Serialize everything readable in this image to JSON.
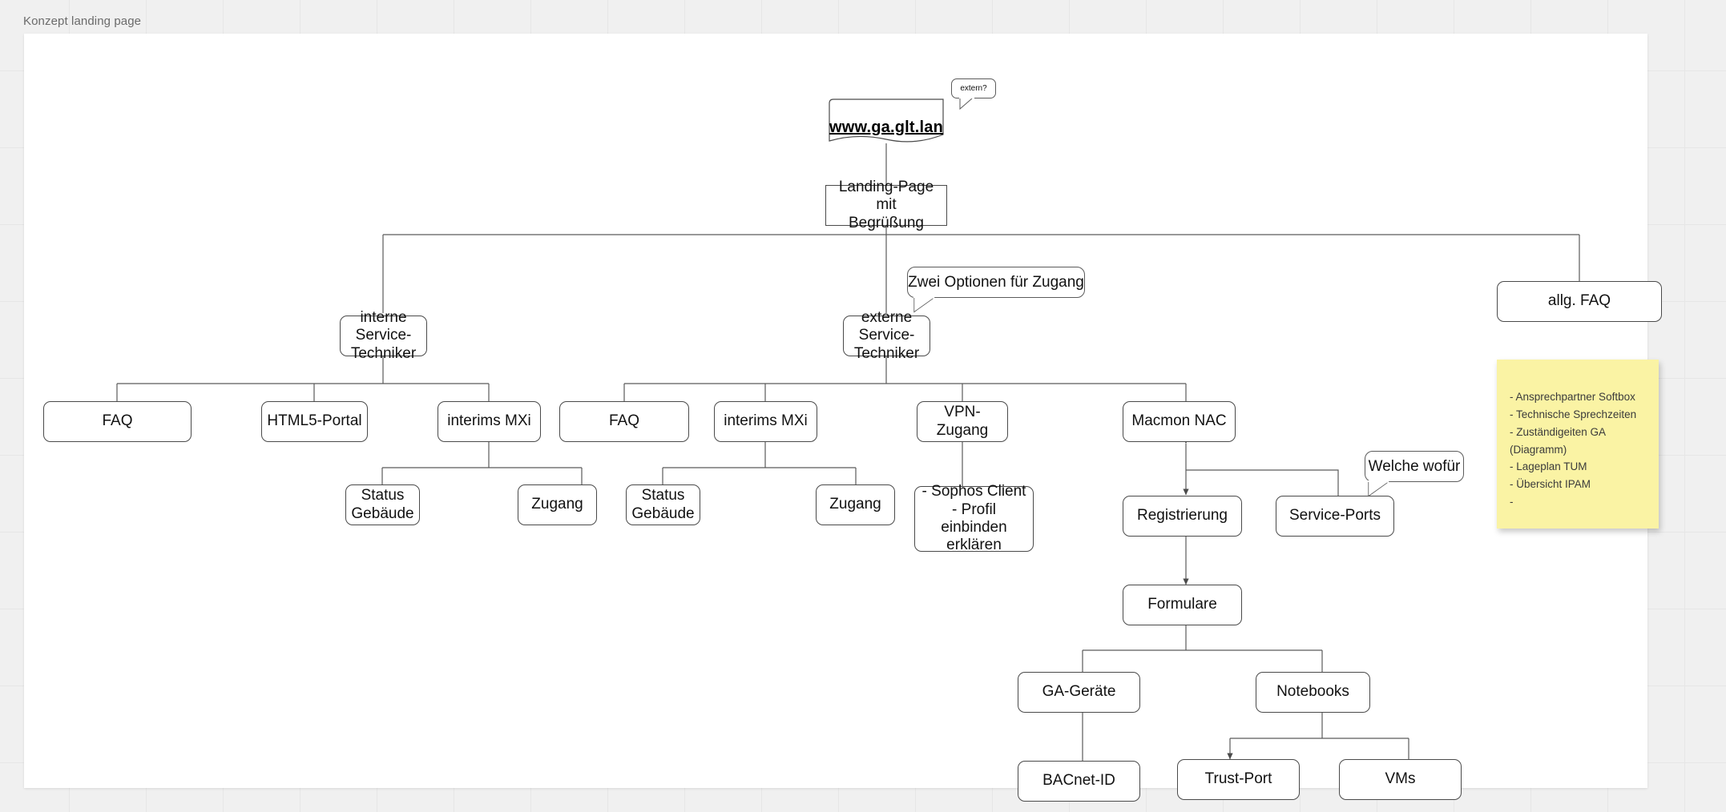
{
  "page": {
    "title": "Konzept landing page"
  },
  "diagram": {
    "root_document": {
      "label": "www.ga.glt.lan"
    },
    "callouts": [
      {
        "id": "extern",
        "label": "extern?"
      },
      {
        "id": "zwei-optionen",
        "label": "Zwei Optionen für Zugang"
      },
      {
        "id": "welche-wofuer",
        "label": "Welche wofür"
      }
    ],
    "nodes": [
      {
        "id": "landing-page",
        "label": "Landing-Page mit\nBegrüßung"
      },
      {
        "id": "interne-techniker",
        "label": "interne Service-\nTechniker"
      },
      {
        "id": "externe-techniker",
        "label": "externe Service-\nTechniker"
      },
      {
        "id": "allg-faq",
        "label": "allg. FAQ"
      },
      {
        "id": "faq-intern",
        "label": "FAQ"
      },
      {
        "id": "html5-portal",
        "label": "HTML5-Portal"
      },
      {
        "id": "interims-mxi-intern",
        "label": "interims MXi"
      },
      {
        "id": "faq-extern",
        "label": "FAQ"
      },
      {
        "id": "interims-mxi-extern",
        "label": "interims MXi"
      },
      {
        "id": "vpn-zugang",
        "label": "VPN-Zugang"
      },
      {
        "id": "macmon-nac",
        "label": "Macmon NAC"
      },
      {
        "id": "status-gebaeude-intern",
        "label": "Status\nGebäude"
      },
      {
        "id": "zugang-intern",
        "label": "Zugang"
      },
      {
        "id": "status-gebaeude-extern",
        "label": "Status\nGebäude"
      },
      {
        "id": "zugang-extern",
        "label": "Zugang"
      },
      {
        "id": "sophos",
        "label": "- Sophos Client\n- Profil einbinden\nerklären"
      },
      {
        "id": "registrierung",
        "label": "Registrierung"
      },
      {
        "id": "service-ports",
        "label": "Service-Ports"
      },
      {
        "id": "formulare",
        "label": "Formulare"
      },
      {
        "id": "ga-geraete",
        "label": "GA-Geräte"
      },
      {
        "id": "notebooks",
        "label": "Notebooks"
      },
      {
        "id": "bacnet-id",
        "label": "BACnet-ID"
      },
      {
        "id": "trust-port",
        "label": "Trust-Port"
      },
      {
        "id": "vms",
        "label": "VMs"
      }
    ],
    "sticky_note": {
      "lines": [
        "- Ansprechpartner Softbox",
        "- Technische Sprechzeiten",
        "- Zuständigeiten GA",
        "(Diagramm)",
        "- Lageplan TUM",
        "- Übersicht IPAM",
        "-"
      ]
    },
    "colors": {
      "canvas": "#ffffff",
      "page_background": "#f0f0f0",
      "node_border": "#4a4a4a",
      "edge": "#5a5a5a",
      "sticky": "#faf3a4",
      "text": "#111111"
    }
  }
}
